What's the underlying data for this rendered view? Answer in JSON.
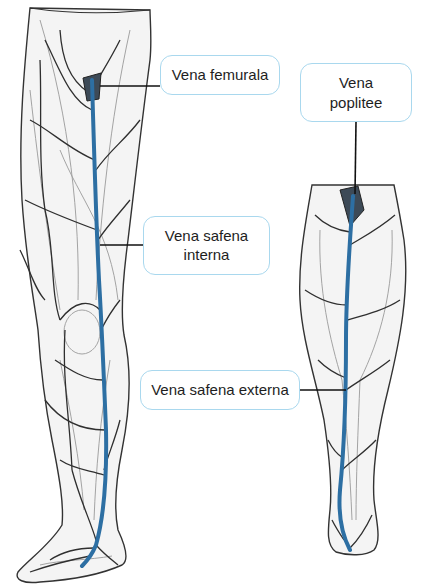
{
  "diagram": {
    "nodes": [
      {
        "text": [
          "Vena femurala"
        ]
      },
      {
        "text": [
          "Vena poplitee"
        ]
      },
      {
        "text": [
          "Vena safena interna"
        ]
      },
      {
        "text": [
          "Vena safena externa"
        ]
      }
    ]
  }
}
